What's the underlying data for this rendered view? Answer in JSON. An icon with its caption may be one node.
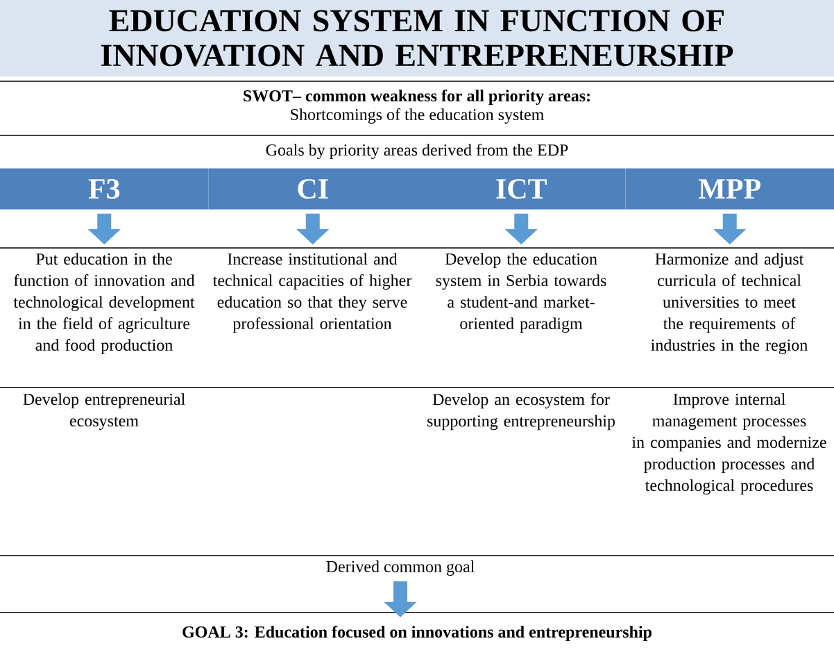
{
  "diagram": {
    "nodes": [
      {
        "text": [
          "EDUCATION SYSTEM IN FUNCTION OF INNOVATION AND ENTREPRENEURSHIP"
        ]
      },
      {
        "text": [
          "F3"
        ]
      },
      {
        "text": [
          "CI"
        ]
      },
      {
        "text": [
          "ICT"
        ]
      },
      {
        "text": [
          "MPP"
        ]
      },
      {
        "text": [
          "Put education in the function of innovation and technological development in the field of agriculture and food production"
        ]
      },
      {
        "text": [
          "Increase institutional and technical capacities of higher education so that they serve professional orientation"
        ]
      },
      {
        "text": [
          "Develop the education system in Serbia towards a student-and market-oriented paradigm"
        ]
      },
      {
        "text": [
          "Harmonize and adjust curricula of technical universities to meet the requirements of industries in the region"
        ]
      },
      {
        "text": [
          "Derived common goal"
        ]
      },
      {
        "text": [
          "GOAL 3: Education focused on innovations and entrepreneurship"
        ]
      }
    ],
    "edges": [
      {
        "from": 1,
        "to": 5,
        "arrow": "to"
      },
      {
        "from": 2,
        "to": 6,
        "arrow": "to"
      },
      {
        "from": 3,
        "to": 7,
        "arrow": "to"
      },
      {
        "from": 4,
        "to": 8,
        "arrow": "to"
      },
      {
        "from": 9,
        "to": 10,
        "arrow": "to"
      }
    ],
    "labels": [
      "SWOT– common weakness for all priority areas:",
      "Shortcomings of the education system",
      "Goals by priority areas derived from the EDP",
      "Develop entrepreneurial ecosystem",
      "Develop an ecosystem for supporting entrepreneurship",
      "Improve internal management processes in companies and modernize production processes and technological procedures"
    ]
  }
}
